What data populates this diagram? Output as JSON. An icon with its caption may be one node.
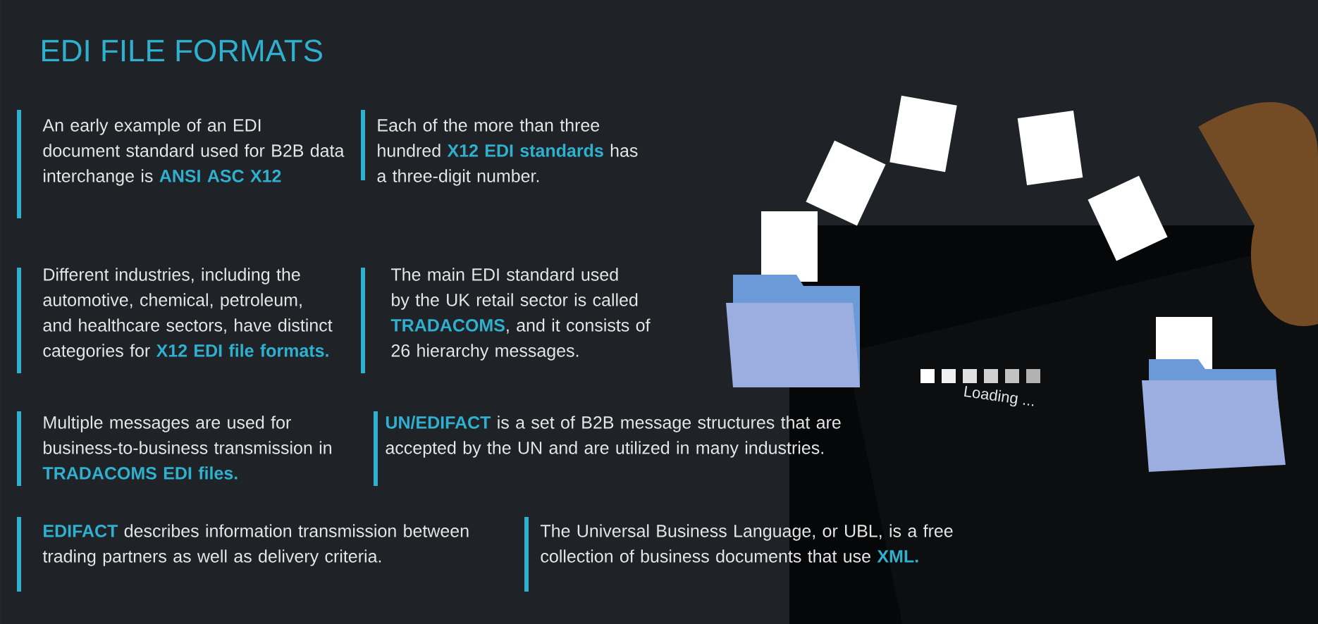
{
  "diagram": {
    "title": "EDI FILE FORMATS",
    "labels": [
      "An early example of an EDI document standard used for B2B data interchange is **ANSI ASC X12**",
      "Each of the more than three hundred **X12 EDI standards** has a three-digit number.",
      "Different industries, including the automotive, chemical, petroleum, and healthcare sectors, have distinct categories for **X12 EDI file formats.**",
      "The main EDI standard used by the UK retail sector is called **TRADACOMS**, and it consists of 26 hierarchy messages.",
      "Multiple messages are used for business-to-business transmission in **TRADACOMS EDI files.**",
      "**UN/EDIFACT** is a set of B2B message structures that are accepted by the UN and are utilized in many industries.",
      "**EDIFACT** describes information transmission between trading partners as well as delivery criteria.",
      "The Universal Business Language, or UBL, is a free collection of business documents that use **XML.**",
      "Loading ..."
    ]
  }
}
